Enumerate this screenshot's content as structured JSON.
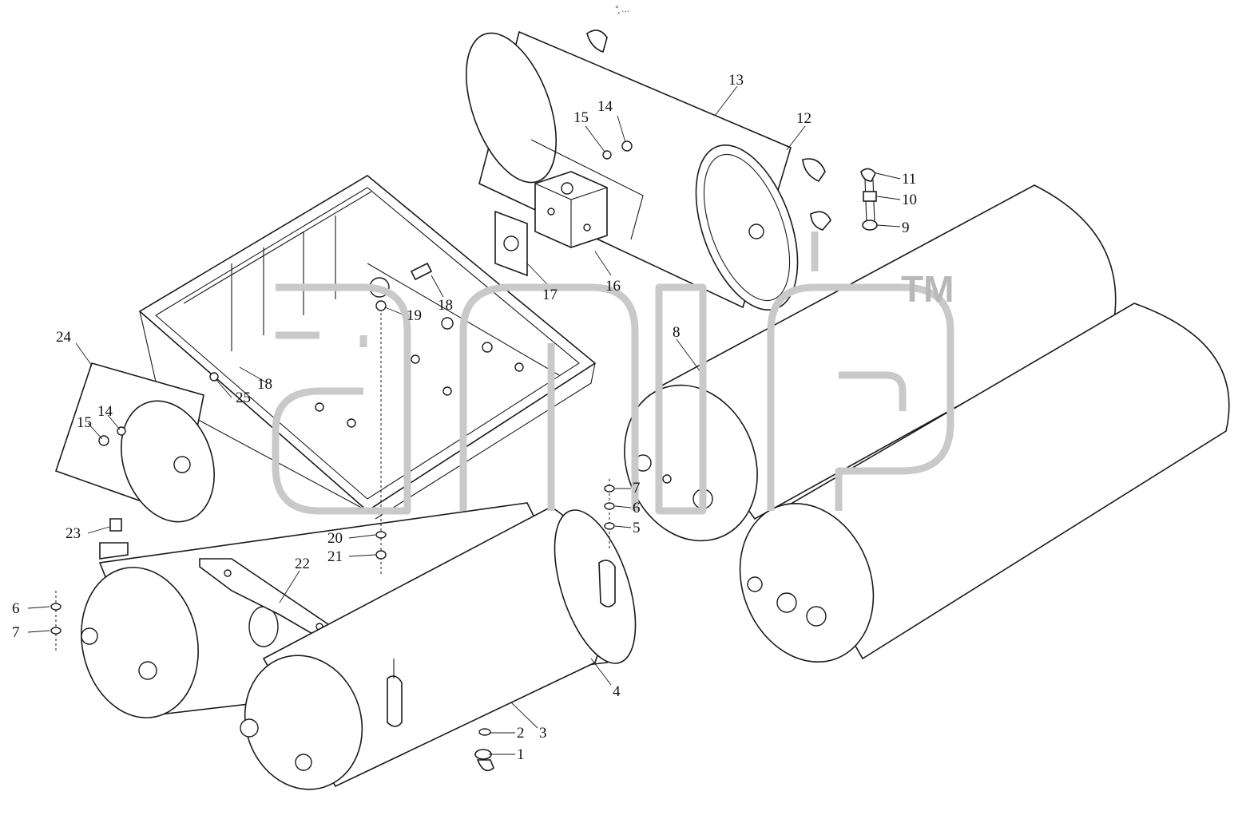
{
  "diagram": {
    "top_marks": "°̧ ...",
    "callouts": [
      "1",
      "2",
      "3",
      "4",
      "5",
      "6",
      "7",
      "8",
      "9",
      "10",
      "11",
      "12",
      "13",
      "14",
      "15",
      "16",
      "17",
      "18",
      "19",
      "20",
      "21",
      "22",
      "23",
      "24",
      "25"
    ]
  },
  "watermark": {
    "trademark": "TM"
  }
}
